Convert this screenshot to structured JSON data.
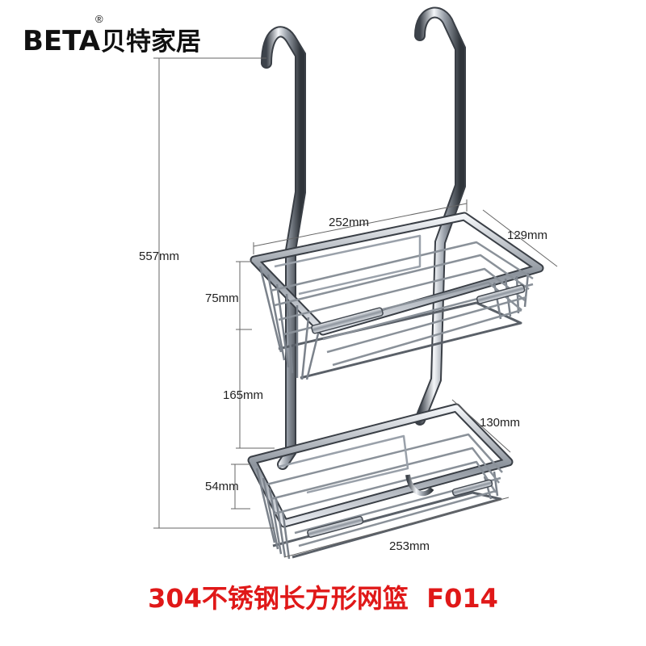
{
  "brand": {
    "latin": "BETA",
    "registered": "®",
    "chinese": "贝特家居"
  },
  "dimensions": {
    "height_total": "557mm",
    "upper_width": "252mm",
    "upper_depth": "129mm",
    "upper_height": "75mm",
    "gap": "165mm",
    "lower_depth": "130mm",
    "lower_height": "54mm",
    "lower_width": "253mm"
  },
  "caption": "304不锈钢长方形网篮  F014",
  "colors": {
    "caption": "#e01818",
    "chrome_dark": "#4a4f57",
    "chrome_light": "#f2f4f7",
    "dim_line": "#666666"
  }
}
